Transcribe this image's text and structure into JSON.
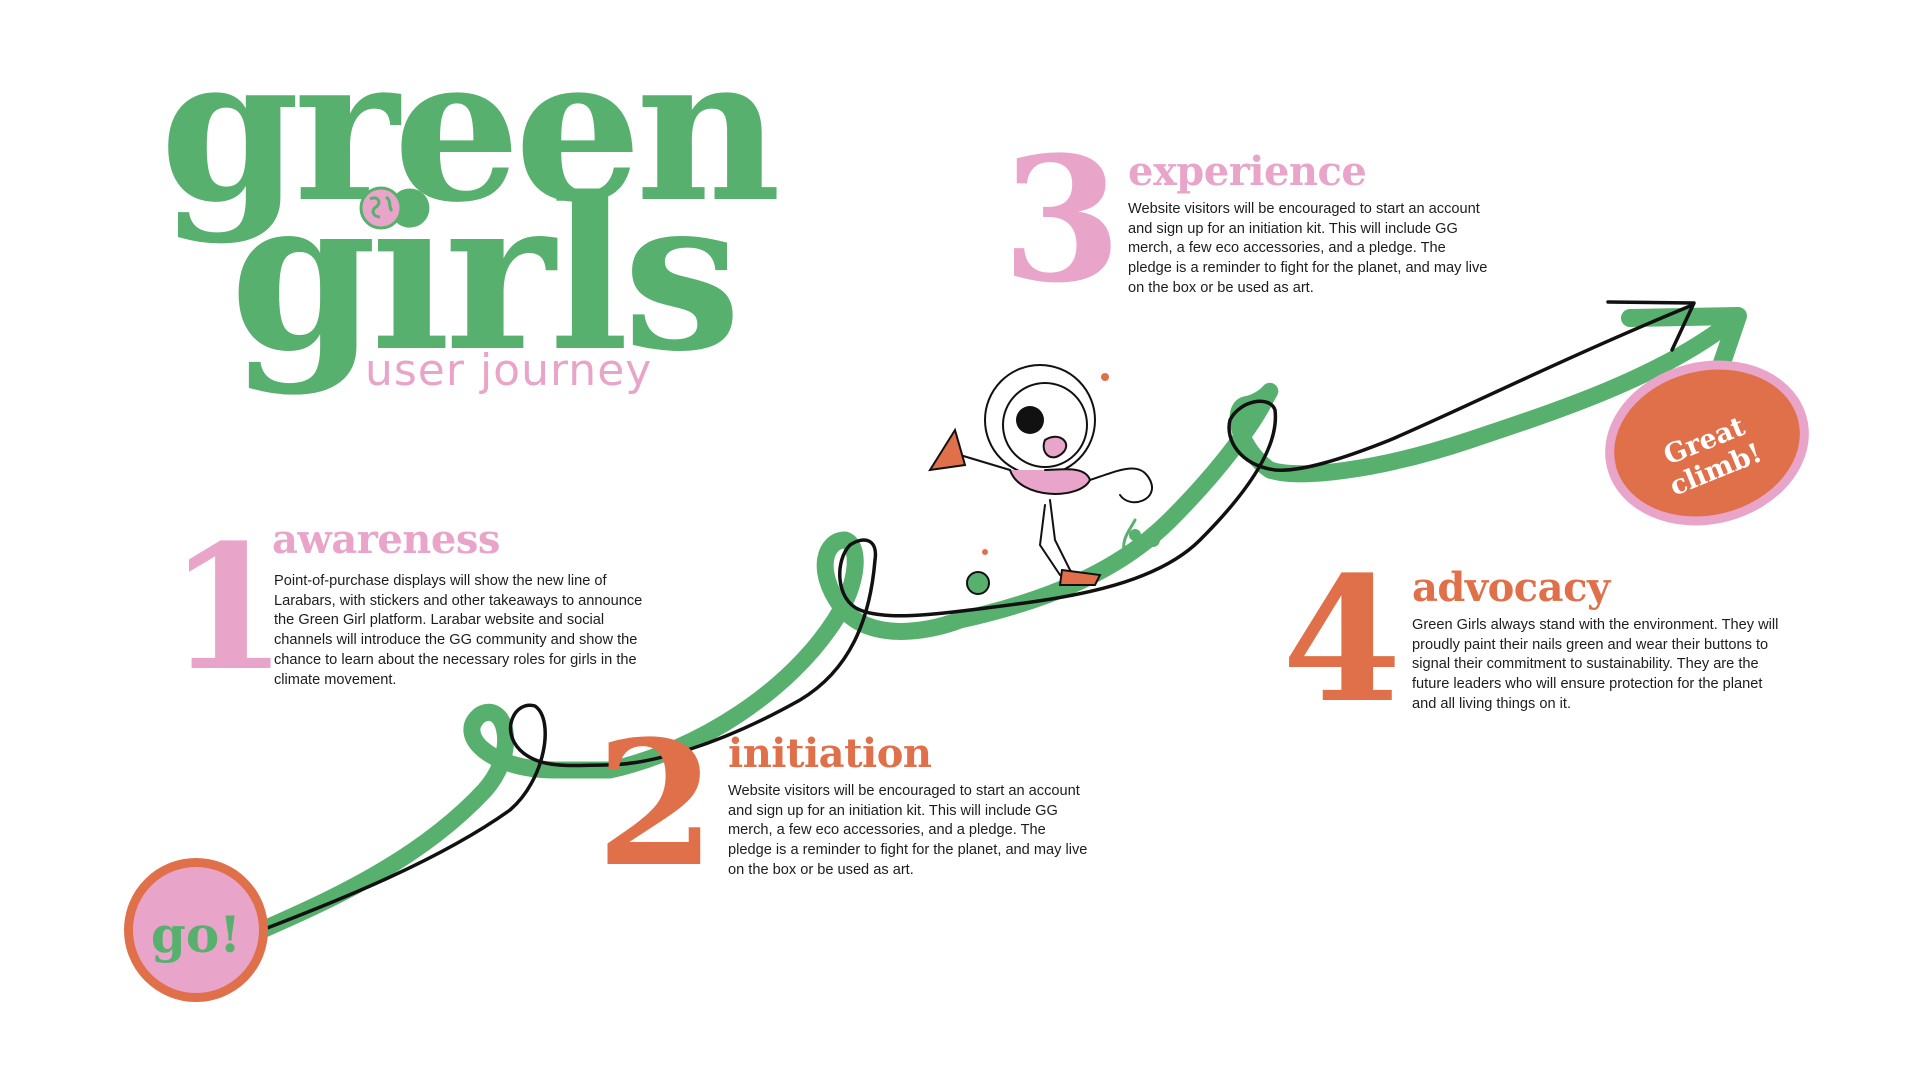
{
  "header": {
    "title_line1": "green",
    "title_line2": "girls",
    "subtitle": "user journey"
  },
  "steps": [
    {
      "number": "1",
      "title": "awareness",
      "body": "Point-of-purchase displays will show the new line of Larabars, with stickers and other takeaways to announce the Green Girl platform. Larabar website and social channels will introduce the GG community and show the chance to learn about the necessary roles for girls in the climate movement."
    },
    {
      "number": "2",
      "title": "initiation",
      "body": "Website visitors will be encouraged to start an account and sign up for an initiation kit. This will include GG merch, a few eco accessories, and a pledge. The pledge is a reminder to fight for the planet, and may live on the box or be used as art."
    },
    {
      "number": "3",
      "title": "experience",
      "body": "Website visitors will be encouraged to start an account and sign up for an initiation kit. This will include GG merch, a few eco accessories, and a pledge. The pledge is a reminder to fight for the planet, and may live on the box or be used as art."
    },
    {
      "number": "4",
      "title": "advocacy",
      "body": "Green Girls always stand with the environment. They will proudly paint their nails green and wear their buttons to signal their commitment to sustainability. They are the future leaders who will ensure protection for the planet and all living things on it."
    }
  ],
  "badges": {
    "start": "go!",
    "end": "Great climb!"
  },
  "colors": {
    "green": "#58b06f",
    "pink": "#e9a5c9",
    "orange": "#e0704a",
    "ink": "#111111"
  },
  "icons": {
    "globe": "globe-icon",
    "climber": "climber-illustration"
  }
}
